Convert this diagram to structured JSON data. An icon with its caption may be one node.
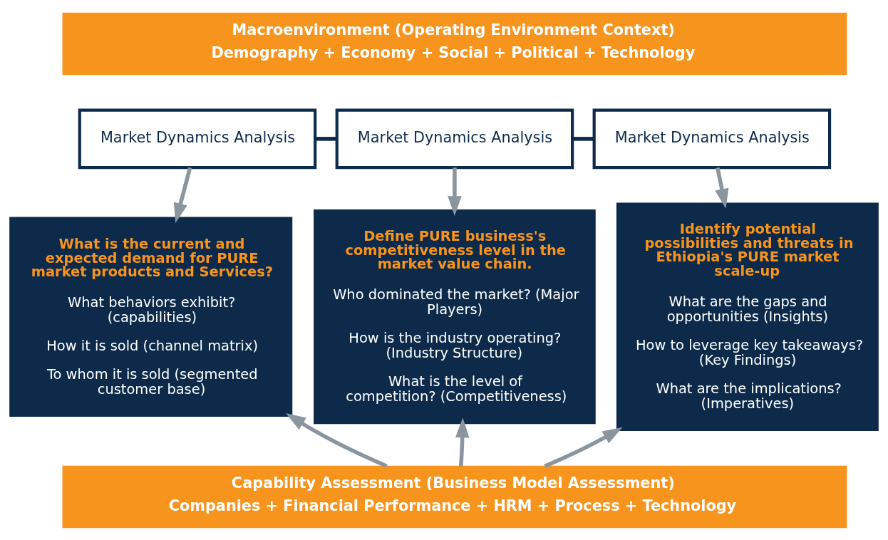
{
  "diagram": {
    "nodes": [
      {
        "text": [
          "Macroenvironment (Operating Environment Context)",
          "Demography + Economy + Social + Political + Technology"
        ]
      },
      {
        "text": [
          "Market Dynamics Analysis"
        ]
      },
      {
        "text": [
          "Market Dynamics Analysis"
        ]
      },
      {
        "text": [
          "Market Dynamics Analysis"
        ]
      },
      {
        "text": [
          "What is the current and expected demand for PURE market products and Services?",
          "What behaviors exhibit? (capabilities)",
          "How it is sold (channel matrix)",
          "To whom it is sold (segmented customer base)"
        ]
      },
      {
        "text": [
          "Define PURE business's competitiveness level in the market value chain.",
          "Who dominated the market? (Major Players)",
          "How is the industry operating? (Industry Structure)",
          "What is the level of competition? (Competitiveness)"
        ]
      },
      {
        "text": [
          "Identify potential possibilities and threats in Ethiopia's PURE market scale-up",
          "What are the gaps and opportunities (Insights)",
          "How to leverage key takeaways? (Key Findings)",
          "What are the implications? (Imperatives)"
        ]
      },
      {
        "text": [
          "Capability Assessment (Business Model Assessment)",
          "Companies + Financial Performance + HRM + Process + Technology"
        ]
      }
    ],
    "edges": [
      {
        "from": 1,
        "to": 2,
        "arrow": "none",
        "color": "#0d2a4a"
      },
      {
        "from": 2,
        "to": 3,
        "arrow": "none",
        "color": "#0d2a4a"
      },
      {
        "from": 1,
        "to": 4,
        "arrow": "to"
      },
      {
        "from": 2,
        "to": 5,
        "arrow": "to"
      },
      {
        "from": 3,
        "to": 6,
        "arrow": "to"
      },
      {
        "from": 7,
        "to": 4,
        "arrow": "to"
      },
      {
        "from": 7,
        "to": 5,
        "arrow": "to"
      },
      {
        "from": 7,
        "to": 6,
        "arrow": "to"
      }
    ]
  }
}
